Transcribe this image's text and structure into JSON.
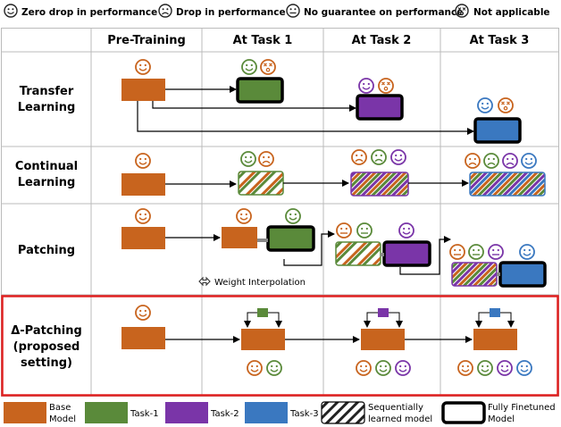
{
  "legend_top": {
    "smile": "Zero drop in performance",
    "frown": "Drop in performance",
    "neutral": "No guarantee on performance",
    "dizzy": "Not applicable"
  },
  "columns": [
    "Pre-Training",
    "At Task 1",
    "At Task 2",
    "At Task 3"
  ],
  "rows": {
    "transfer": [
      "Transfer",
      "Learning"
    ],
    "continual": [
      "Continual",
      "Learning"
    ],
    "patching": "Patching",
    "delta": [
      "Δ-Patching",
      "(proposed",
      "setting)"
    ]
  },
  "weight_interp_label": "Weight Interpolation",
  "legend_bottom": {
    "base": [
      "Base",
      "Model"
    ],
    "task1": "Task-1",
    "task2": "Task-2",
    "task3": "Task-3",
    "sequential": [
      "Sequentially",
      "learned model"
    ],
    "finetuned": [
      "Fully Finetuned",
      "Model"
    ]
  },
  "colors": {
    "base": "#c8641e",
    "task1": "#5a8a3a",
    "task2": "#7a35a8",
    "task3": "#3a78c0",
    "smile": "#c8641e",
    "highlight": "#e02020"
  }
}
